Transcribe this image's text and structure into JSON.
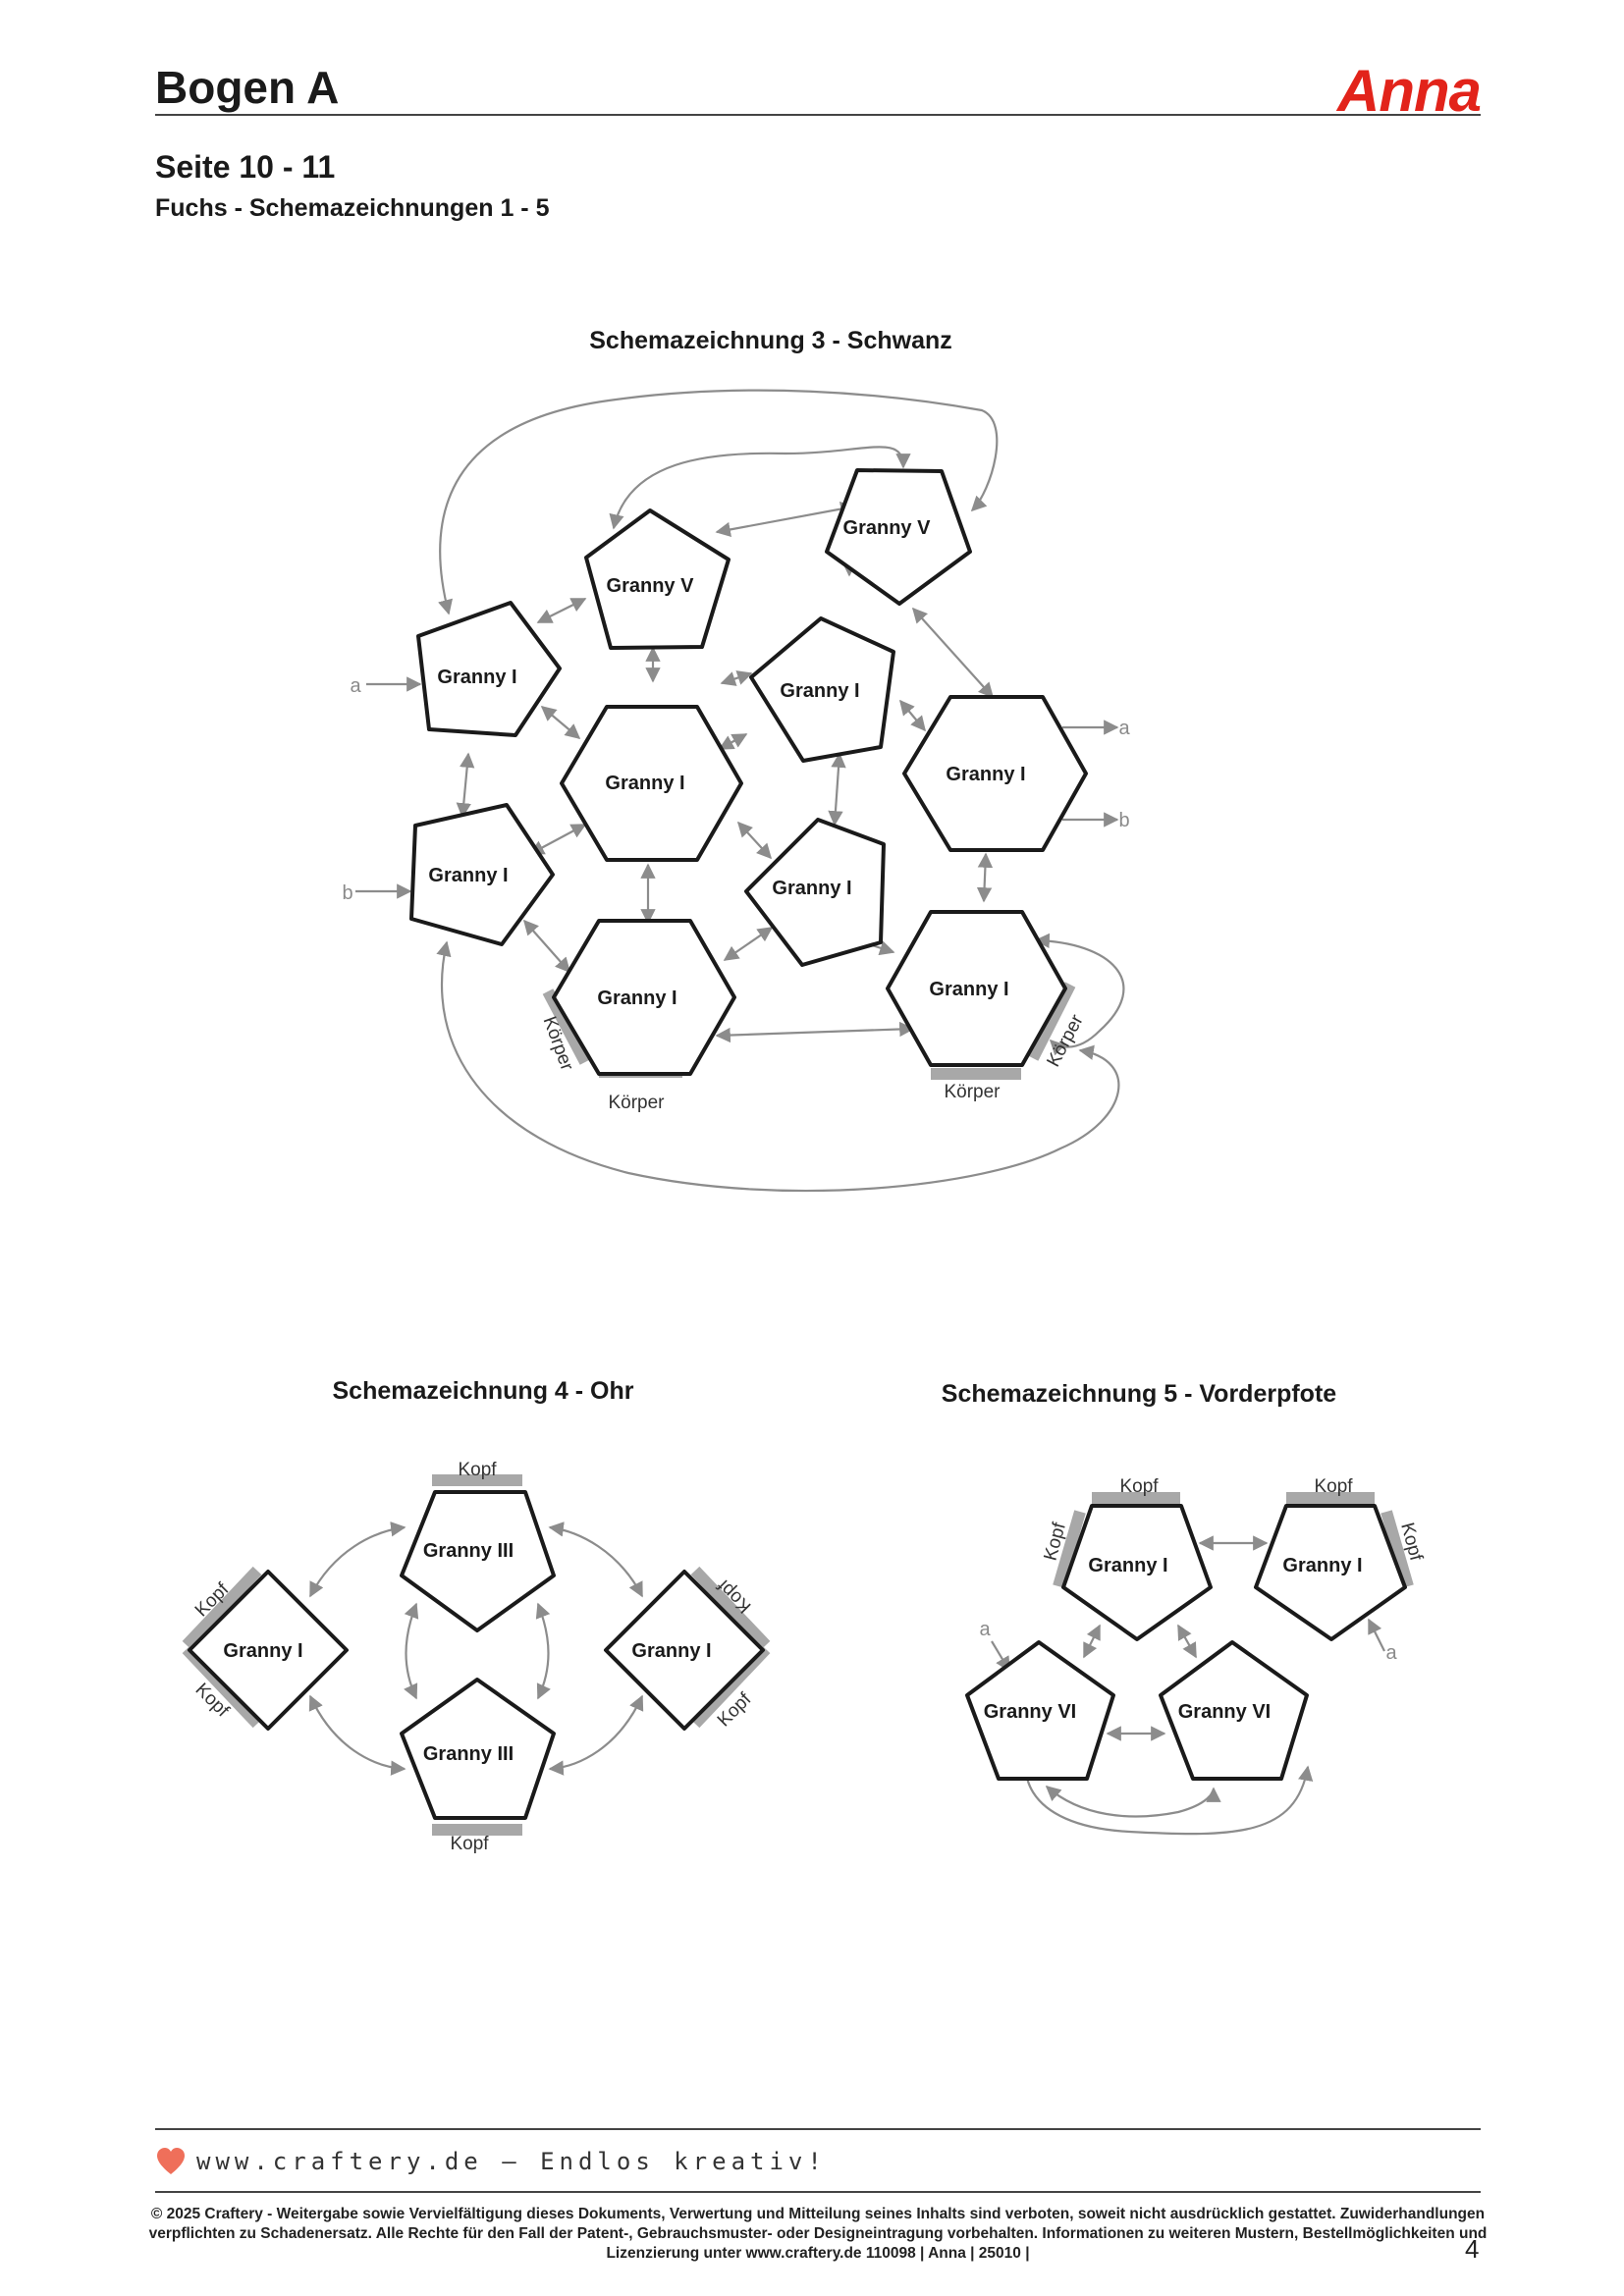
{
  "header": {
    "title": "Bogen A",
    "logo_text": "Anna",
    "logo_color": "#e2231a",
    "subtitle": "Seite 10 - 11",
    "subsubtitle": "Fuchs - Schemazeichnungen 1 - 5"
  },
  "diagram3": {
    "heading": "Schemazeichnung 3 - Schwanz",
    "granny_v": "Granny V",
    "granny_i": "Granny I",
    "label_a": "a",
    "label_b": "b",
    "koerper": "Körper"
  },
  "diagram4": {
    "heading": "Schemazeichnung 4 - Ohr",
    "granny_iii": "Granny III",
    "granny_i": "Granny I",
    "kopf": "Kopf"
  },
  "diagram5": {
    "heading": "Schemazeichnung 5 - Vorderpfote",
    "granny_i": "Granny I",
    "granny_vi": "Granny VI",
    "kopf": "Kopf",
    "label_a": "a"
  },
  "footer": {
    "slogan": "www.craftery.de – Endlos kreativ!",
    "heart_icon": "heart-icon",
    "copyright": "© 2025 Craftery - Weitergabe sowie Vervielfältigung dieses Dokuments, Verwertung und Mitteilung seines Inhalts sind verboten, soweit nicht ausdrücklich gestattet. Zuwiderhandlungen verpflichten zu Schadenersatz. Alle Rechte für den Fall der Patent-, Gebrauchsmuster- oder Designeintragung vorbehalten. Informationen zu weiteren Mustern, Bestellmöglichkeiten und Lizenzierung unter www.craftery.de  110098 | Anna | 25010 |",
    "page_number": "4"
  }
}
